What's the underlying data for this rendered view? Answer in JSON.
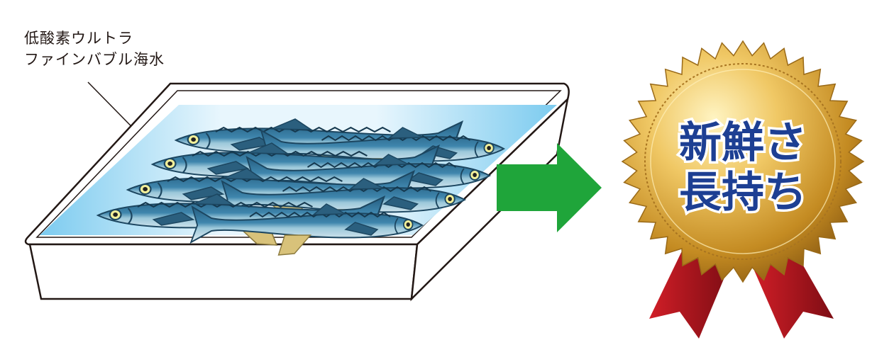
{
  "label": {
    "line1": "低酸素ウルトラ",
    "line2": "ファインバブル海水"
  },
  "medal": {
    "line1": "新鮮さ",
    "line2": "長持ち"
  },
  "colors": {
    "water_light": "#e8f6fd",
    "water_blue": "#7ccbef",
    "fish_back": "#2f6f93",
    "fish_belly": "#cfe4ee",
    "fin": "#d8c27a",
    "arrow_green": "#1fa53a",
    "medal_gold": "#c9952b",
    "medal_text": "#1d3f93",
    "ribbon_red": "#b3141e"
  },
  "icons": [
    "fish-icon",
    "arrow-right-icon",
    "medal-icon",
    "ribbon-icon"
  ]
}
